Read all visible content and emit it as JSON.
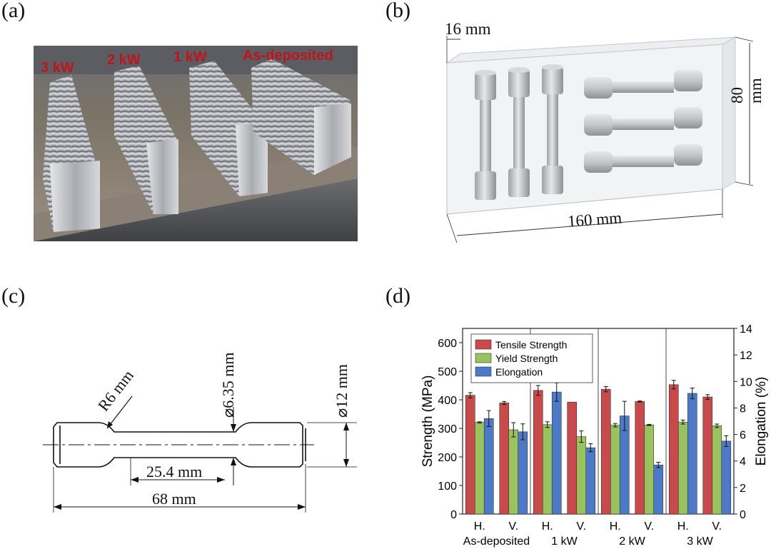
{
  "panels": {
    "a": {
      "label": "(a)",
      "sample_labels": [
        "3 kW",
        "2 kW",
        "1 kW",
        "As-deposited"
      ]
    },
    "b": {
      "label": "(b)",
      "dim_thickness": "16 mm",
      "dim_height": "80 mm",
      "dim_length": "160 mm"
    },
    "c": {
      "label": "(c)",
      "dim_radius": "R6 mm",
      "dim_gauge_dia": "⌀6.35 mm",
      "dim_grip_dia": "⌀12 mm",
      "dim_gauge_len": "25.4 mm",
      "dim_total_len": "68 mm"
    },
    "d": {
      "label": "(d)"
    }
  },
  "chart_data": {
    "type": "bar",
    "categories": [
      "H.",
      "V.",
      "H.",
      "V.",
      "H.",
      "V.",
      "H.",
      "V."
    ],
    "groups": [
      "As-deposited",
      "1 kW",
      "2 kW",
      "3 kW"
    ],
    "ylabel": "Strength (MPa)",
    "y2label": "Elongation (%)",
    "ylim": [
      0,
      650
    ],
    "y2lim": [
      0,
      14
    ],
    "yticks": [
      0,
      100,
      200,
      300,
      400,
      500,
      600
    ],
    "y2ticks": [
      0,
      2,
      4,
      6,
      8,
      10,
      12,
      14
    ],
    "legend_position": "top-left",
    "series": [
      {
        "name": "Tensile Strength",
        "axis": "left",
        "color": "#c94a4a",
        "values": [
          416,
          389,
          433,
          392,
          437,
          394,
          453,
          410
        ],
        "errors": [
          9,
          5,
          17,
          0,
          9,
          2,
          15,
          8
        ]
      },
      {
        "name": "Yield Strength",
        "axis": "left",
        "color": "#98c35e",
        "values": [
          321,
          295,
          313,
          271,
          311,
          312,
          322,
          309
        ],
        "errors": [
          2,
          25,
          10,
          20,
          6,
          2,
          7,
          6
        ]
      },
      {
        "name": "Elongation",
        "axis": "right",
        "color": "#4c7ac9",
        "values": [
          7.2,
          6.2,
          9.2,
          5.0,
          7.4,
          3.7,
          9.1,
          5.5
        ],
        "errors": [
          0.6,
          0.6,
          0.7,
          0.3,
          1.1,
          0.2,
          0.4,
          0.4
        ]
      }
    ]
  }
}
